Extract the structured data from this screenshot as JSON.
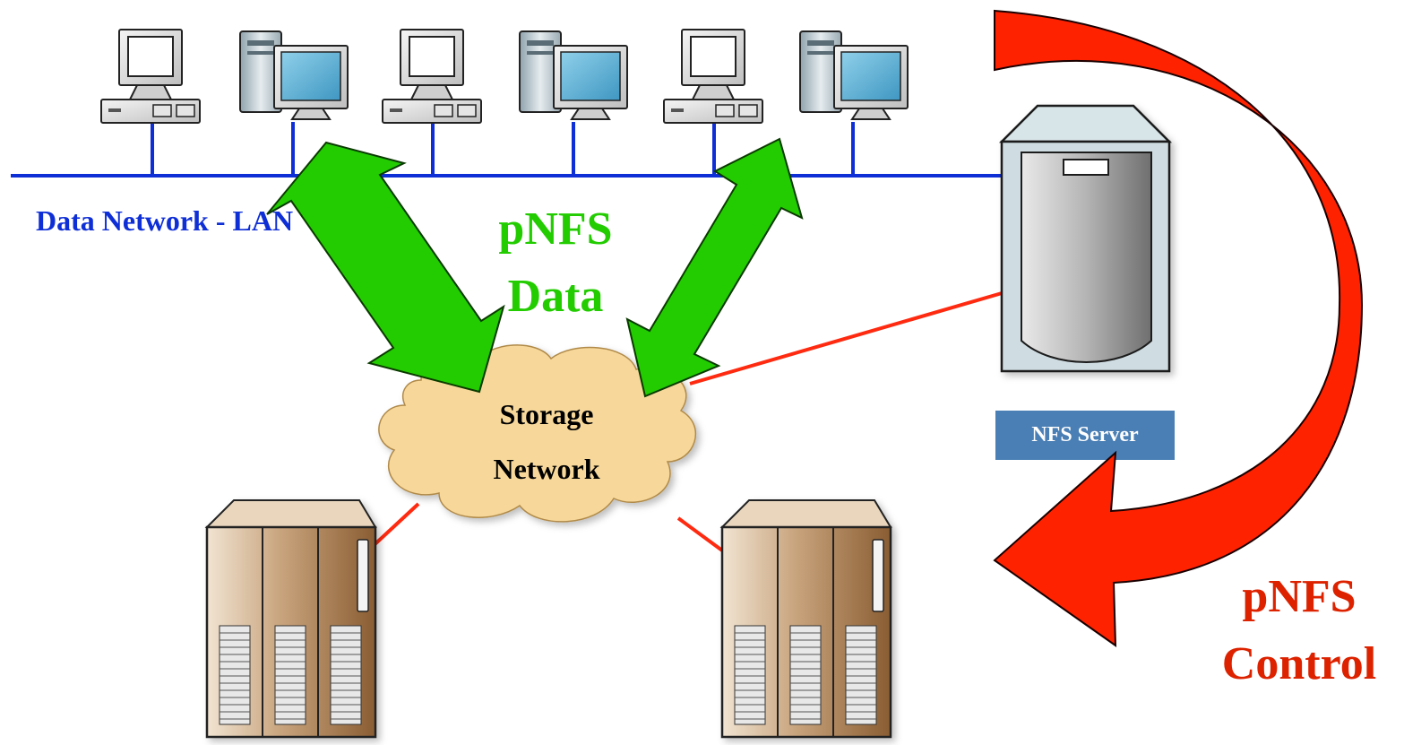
{
  "colors": {
    "lan": "#0f2fd6",
    "data_arrow": "#22cc00",
    "data_text": "#22cc00",
    "control_arrow": "#ff2200",
    "control_text": "#dd2200",
    "storage_links": "#ff2a10",
    "cloud": "#f7d89a",
    "nfs_label_bg": "#4a7fb5"
  },
  "labels": {
    "lan": "Data Network - LAN",
    "pnfs_data_line1": "pNFS",
    "pnfs_data_line2": "Data",
    "storage_line1": "Storage",
    "storage_line2": "Network",
    "nfs_server": "NFS Server",
    "pnfs_control_line1": "pNFS",
    "pnfs_control_line2": "Control"
  },
  "icons": {
    "client_desktop": "desktop-computer-icon",
    "client_tower": "tower-workstation-icon",
    "server": "nfs-server-icon",
    "storage": "storage-array-icon",
    "cloud": "storage-network-cloud"
  }
}
